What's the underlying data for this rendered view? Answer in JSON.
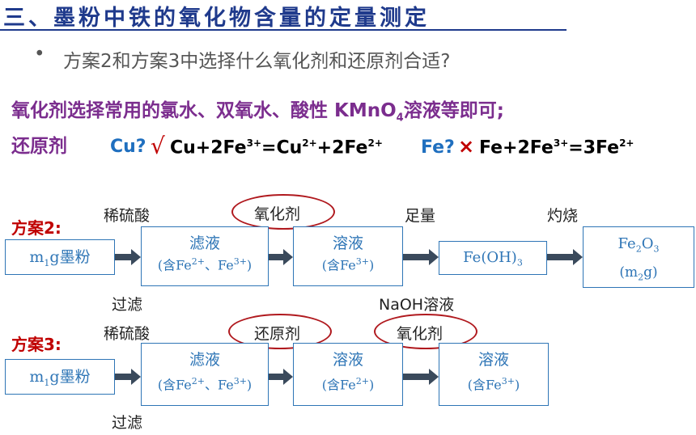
{
  "title": "三、墨粉中铁的氧化物含量的定量测定",
  "question": "方案2和方案3中选择什么氧化剂和还原剂合适?",
  "bullet": "•",
  "oxidant_line": {
    "prefix": "氧化剂选择常用的氯水、双氧水、酸性 KMnO",
    "sub": "4",
    "suffix": "溶液等即可;"
  },
  "reductant_label": "还原剂",
  "cu_label": "Cu?",
  "check_mark": "√",
  "eq1": {
    "a": "Cu+2Fe",
    "b": "3+",
    "c": "=Cu",
    "d": "2+",
    "e": "+2Fe",
    "f": "2+"
  },
  "fe_label": "Fe?",
  "cross_mark": "×",
  "eq2": {
    "a": "Fe+2Fe",
    "b": "3+",
    "c": "=3Fe",
    "d": "2+"
  },
  "scheme2": {
    "label": "方案2:",
    "start": {
      "m": "m",
      "sub": "1",
      "rest": "g墨粉"
    },
    "filtrate": {
      "l1": "滤液",
      "l2a": "(含Fe",
      "l2b": "2+",
      "l2c": "、Fe",
      "l2d": "3+",
      "l2e": ")"
    },
    "solution": {
      "l1": "溶液",
      "l2a": "(含Fe",
      "l2b": "3+",
      "l2c": ")"
    },
    "hydroxide": {
      "a": "Fe(OH)",
      "b": "3"
    },
    "oxide": {
      "a": "Fe",
      "b": "2",
      "c": "O",
      "d": "3",
      "e": "(m",
      "f": "2",
      "g": "g)"
    },
    "reagents": {
      "acid": "稀硫酸",
      "filter": "过滤",
      "oxidant": "氧化剂",
      "excess": "足量",
      "naoh": "NaOH溶液",
      "burn": "灼烧"
    }
  },
  "scheme3": {
    "label": "方案3:",
    "start": {
      "m": "m",
      "sub": "1",
      "rest": "g墨粉"
    },
    "filtrate": {
      "l1": "滤液",
      "l2a": "(含Fe",
      "l2b": "2+",
      "l2c": "、Fe",
      "l2d": "3+",
      "l2e": ")"
    },
    "solution1": {
      "l1": "溶液",
      "l2a": "(含Fe",
      "l2b": "2+",
      "l2c": ")"
    },
    "solution2": {
      "l1": "溶液",
      "l2a": "(含Fe",
      "l2b": "3+",
      "l2c": ")"
    },
    "reagents": {
      "acid": "稀硫酸",
      "filter": "过滤",
      "reductant": "还原剂",
      "oxidant": "氧化剂"
    }
  },
  "colors": {
    "title": "#1f3a8c",
    "purple": "#7b2d8e",
    "blue": "#1f6fbf",
    "red": "#c00000",
    "box": "#2e75b6",
    "arrow": "#3a4a5c"
  }
}
